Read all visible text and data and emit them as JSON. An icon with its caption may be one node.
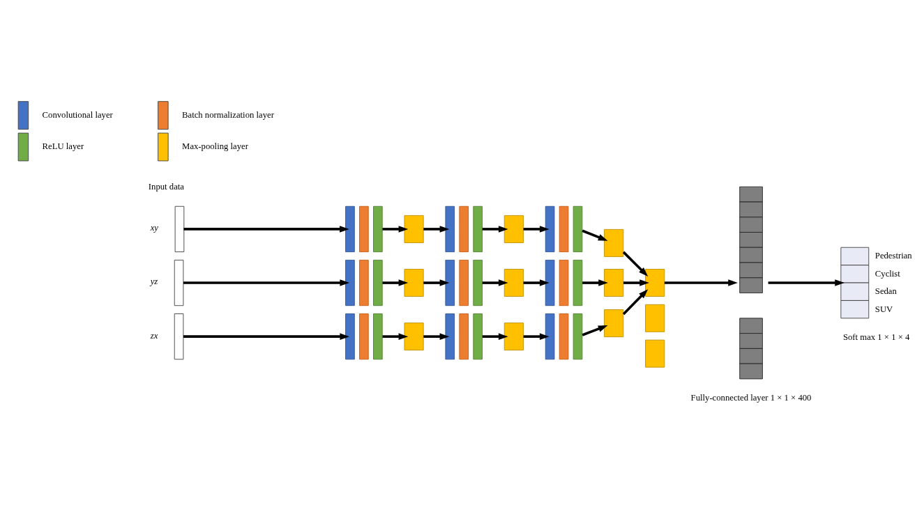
{
  "diagram": {
    "nodes": [
      {
        "text": [],
        "shape": "bar",
        "beside": [
          "xy"
        ]
      },
      {
        "text": [],
        "shape": "bar"
      },
      {
        "text": [],
        "shape": "bar"
      },
      {
        "text": [],
        "shape": "bar"
      },
      {
        "text": [],
        "shape": "box"
      },
      {
        "text": [],
        "shape": "bar"
      },
      {
        "text": [],
        "shape": "bar"
      },
      {
        "text": [],
        "shape": "bar"
      },
      {
        "text": [],
        "shape": "box"
      },
      {
        "text": [],
        "shape": "bar"
      },
      {
        "text": [],
        "shape": "bar"
      },
      {
        "text": [],
        "shape": "bar"
      },
      {
        "text": [],
        "shape": "box"
      },
      {
        "text": [],
        "shape": "bar",
        "beside": [
          "yz"
        ]
      },
      {
        "text": [],
        "shape": "bar"
      },
      {
        "text": [],
        "shape": "bar"
      },
      {
        "text": [],
        "shape": "bar"
      },
      {
        "text": [],
        "shape": "box"
      },
      {
        "text": [],
        "shape": "bar"
      },
      {
        "text": [],
        "shape": "bar"
      },
      {
        "text": [],
        "shape": "bar"
      },
      {
        "text": [],
        "shape": "box"
      },
      {
        "text": [],
        "shape": "bar"
      },
      {
        "text": [],
        "shape": "bar"
      },
      {
        "text": [],
        "shape": "bar"
      },
      {
        "text": [],
        "shape": "box"
      },
      {
        "text": [],
        "shape": "bar",
        "beside": [
          "zx"
        ]
      },
      {
        "text": [],
        "shape": "bar"
      },
      {
        "text": [],
        "shape": "bar"
      },
      {
        "text": [],
        "shape": "bar"
      },
      {
        "text": [],
        "shape": "box"
      },
      {
        "text": [],
        "shape": "bar"
      },
      {
        "text": [],
        "shape": "bar"
      },
      {
        "text": [],
        "shape": "bar"
      },
      {
        "text": [],
        "shape": "box"
      },
      {
        "text": [],
        "shape": "bar"
      },
      {
        "text": [],
        "shape": "bar"
      },
      {
        "text": [],
        "shape": "bar"
      },
      {
        "text": [],
        "shape": "box"
      },
      {
        "text": [],
        "shape": "box"
      },
      {
        "text": [],
        "shape": "box"
      },
      {
        "text": [],
        "shape": "box"
      },
      {
        "text": [],
        "shape": "bar",
        "beside": [
          "Fully-connected layer 1 × 1 × 400"
        ]
      },
      {
        "text": [],
        "shape": "bar",
        "beside": [
          "Pedestrian",
          "Cyclist",
          "Sedan",
          "SUV",
          "Soft max 1 × 1 × 4"
        ]
      }
    ],
    "edges": [
      {
        "from": 0,
        "to": 1,
        "arrow": "to"
      },
      {
        "from": 3,
        "to": 4,
        "arrow": "to"
      },
      {
        "from": 4,
        "to": 5,
        "arrow": "to"
      },
      {
        "from": 7,
        "to": 8,
        "arrow": "to"
      },
      {
        "from": 8,
        "to": 9,
        "arrow": "to"
      },
      {
        "from": 11,
        "to": 12,
        "arrow": "to"
      },
      {
        "from": 13,
        "to": 14,
        "arrow": "to"
      },
      {
        "from": 16,
        "to": 17,
        "arrow": "to"
      },
      {
        "from": 17,
        "to": 18,
        "arrow": "to"
      },
      {
        "from": 20,
        "to": 21,
        "arrow": "to"
      },
      {
        "from": 21,
        "to": 22,
        "arrow": "to"
      },
      {
        "from": 24,
        "to": 25,
        "arrow": "to"
      },
      {
        "from": 26,
        "to": 27,
        "arrow": "to"
      },
      {
        "from": 29,
        "to": 30,
        "arrow": "to"
      },
      {
        "from": 30,
        "to": 31,
        "arrow": "to"
      },
      {
        "from": 33,
        "to": 34,
        "arrow": "to"
      },
      {
        "from": 34,
        "to": 35,
        "arrow": "to"
      },
      {
        "from": 37,
        "to": 38,
        "arrow": "to"
      },
      {
        "from": 12,
        "to": 39,
        "arrow": "to"
      },
      {
        "from": 25,
        "to": 39,
        "arrow": "to"
      },
      {
        "from": 38,
        "to": 39,
        "arrow": "to"
      },
      {
        "from": 39,
        "to": 42,
        "arrow": "to"
      },
      {
        "from": 42,
        "to": 43,
        "arrow": "to"
      }
    ],
    "labels": [
      "Input data"
    ],
    "legend": [
      {
        "text": "Convolutional layer",
        "color": "#4472c4"
      },
      {
        "text": "Batch normalization layer",
        "color": "#ed7d31"
      },
      {
        "text": "ReLU layer",
        "color": "#70ad47"
      },
      {
        "text": "Max-pooling layer",
        "color": "#ffc000"
      }
    ]
  }
}
